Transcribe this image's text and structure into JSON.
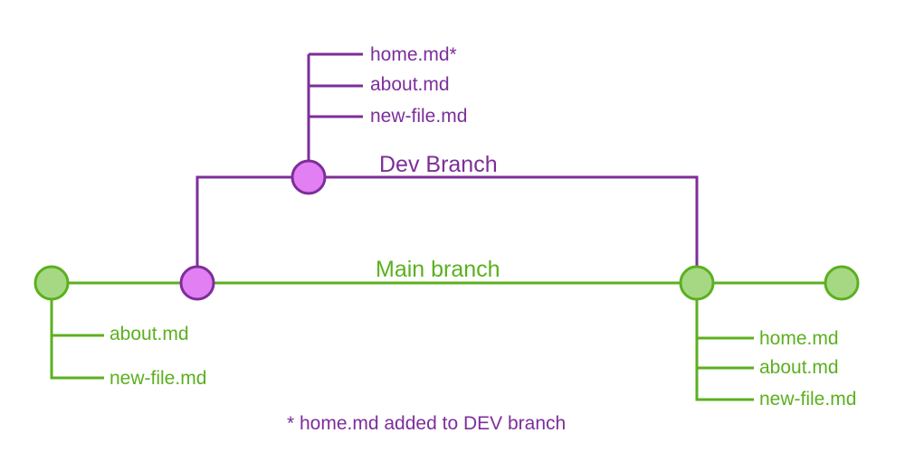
{
  "colors": {
    "main": "#5bb01f",
    "main_node_fill": "#a6d884",
    "dev": "#7d2e9a",
    "dev_node_fill": "#e27ff2",
    "dev_node_stroke": "#7d2e9a"
  },
  "dev_branch": {
    "label": "Dev Branch",
    "files": [
      "home.md*",
      "about.md",
      "new-file.md"
    ]
  },
  "main_branch": {
    "label": "Main branch",
    "start_files": [
      "about.md",
      "new-file.md"
    ],
    "merged_files": [
      "home.md",
      "about.md",
      "new-file.md"
    ]
  },
  "footnote": "* home.md added to DEV branch"
}
